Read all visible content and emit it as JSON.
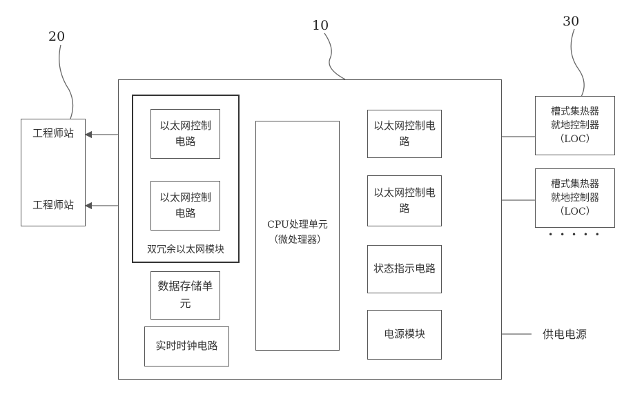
{
  "refs": {
    "station_group": "20",
    "main_unit": "10",
    "loc_group": "30"
  },
  "stations": [
    "工程师站",
    "工程师站"
  ],
  "dual_module_label": "双冗余以太网模块",
  "left_eth": [
    "以太网控制\n电路",
    "以太网控制\n电路"
  ],
  "data_storage": "数据存储单\n元",
  "rtc": "实时时钟电路",
  "cpu": "CPU处理单元\n（微处理器）",
  "right_eth": [
    "以太网控制电\n路",
    "以太网控制电\n路"
  ],
  "status": "状态指示电路",
  "power_module": "电源模块",
  "power_supply": "供电电源",
  "loc": [
    "槽式集热器\n就地控制器\n（LOC）",
    "槽式集热器\n就地控制器\n（LOC）"
  ],
  "ellipsis": "• • • • •"
}
